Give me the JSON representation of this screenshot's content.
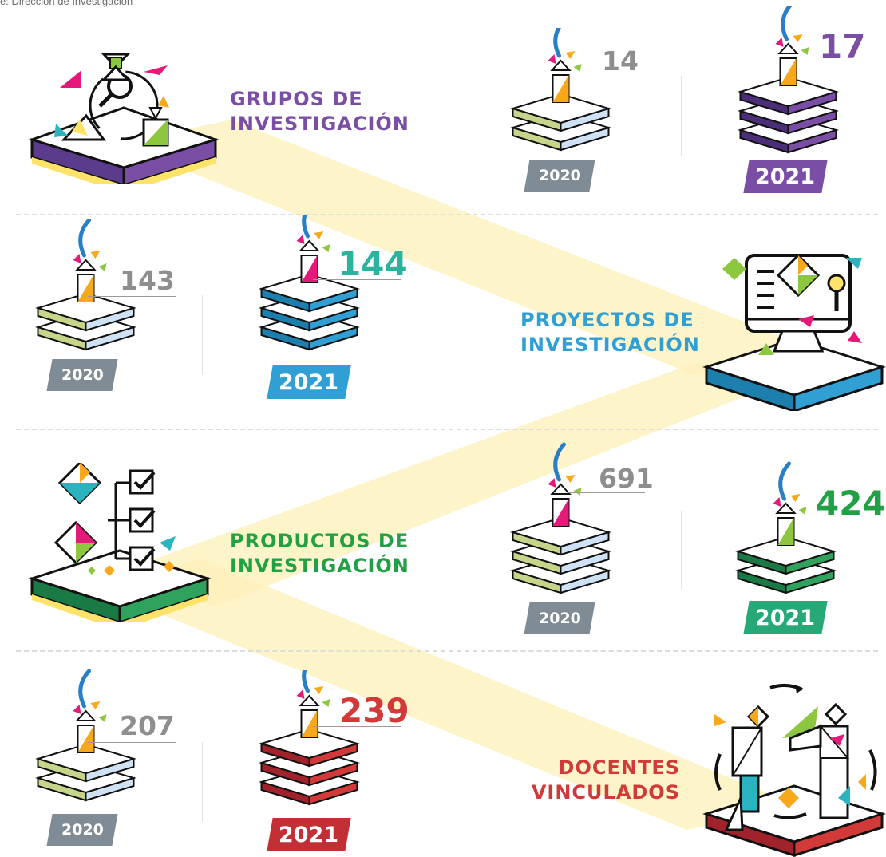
{
  "source": "e: Dirección de Investigación",
  "colors": {
    "grupos": "#7b4ea6",
    "proyectos": "#2f9fd4",
    "productos": "#22a046",
    "docentes": "#d23a3a",
    "gray": "#8e8e8e",
    "badge_2020": "#7f8c95",
    "band": "#fdf0b8"
  },
  "categories": [
    {
      "id": "grupos",
      "title_lines": [
        "GRUPOS DE",
        "INVESTIGACIÓN"
      ],
      "value_2020": "14",
      "value_2021": "17",
      "year_2020": "2020",
      "year_2021": "2021",
      "icon": "research-groups-icon"
    },
    {
      "id": "proyectos",
      "title_lines": [
        "PROYECTOS DE",
        "INVESTIGACIÓN"
      ],
      "value_2020": "143",
      "value_2021": "144",
      "year_2020": "2020",
      "year_2021": "2021",
      "icon": "research-projects-computer-icon"
    },
    {
      "id": "productos",
      "title_lines": [
        "PRODUCTOS DE",
        "INVESTIGACIÓN"
      ],
      "value_2020": "691",
      "value_2021": "424",
      "year_2020": "2020",
      "year_2021": "2021",
      "icon": "research-products-checklist-icon"
    },
    {
      "id": "docentes",
      "title_lines": [
        "DOCENTES",
        "VINCULADOS"
      ],
      "value_2020": "207",
      "value_2021": "239",
      "year_2020": "2020",
      "year_2021": "2021",
      "icon": "linked-teachers-icon"
    }
  ]
}
